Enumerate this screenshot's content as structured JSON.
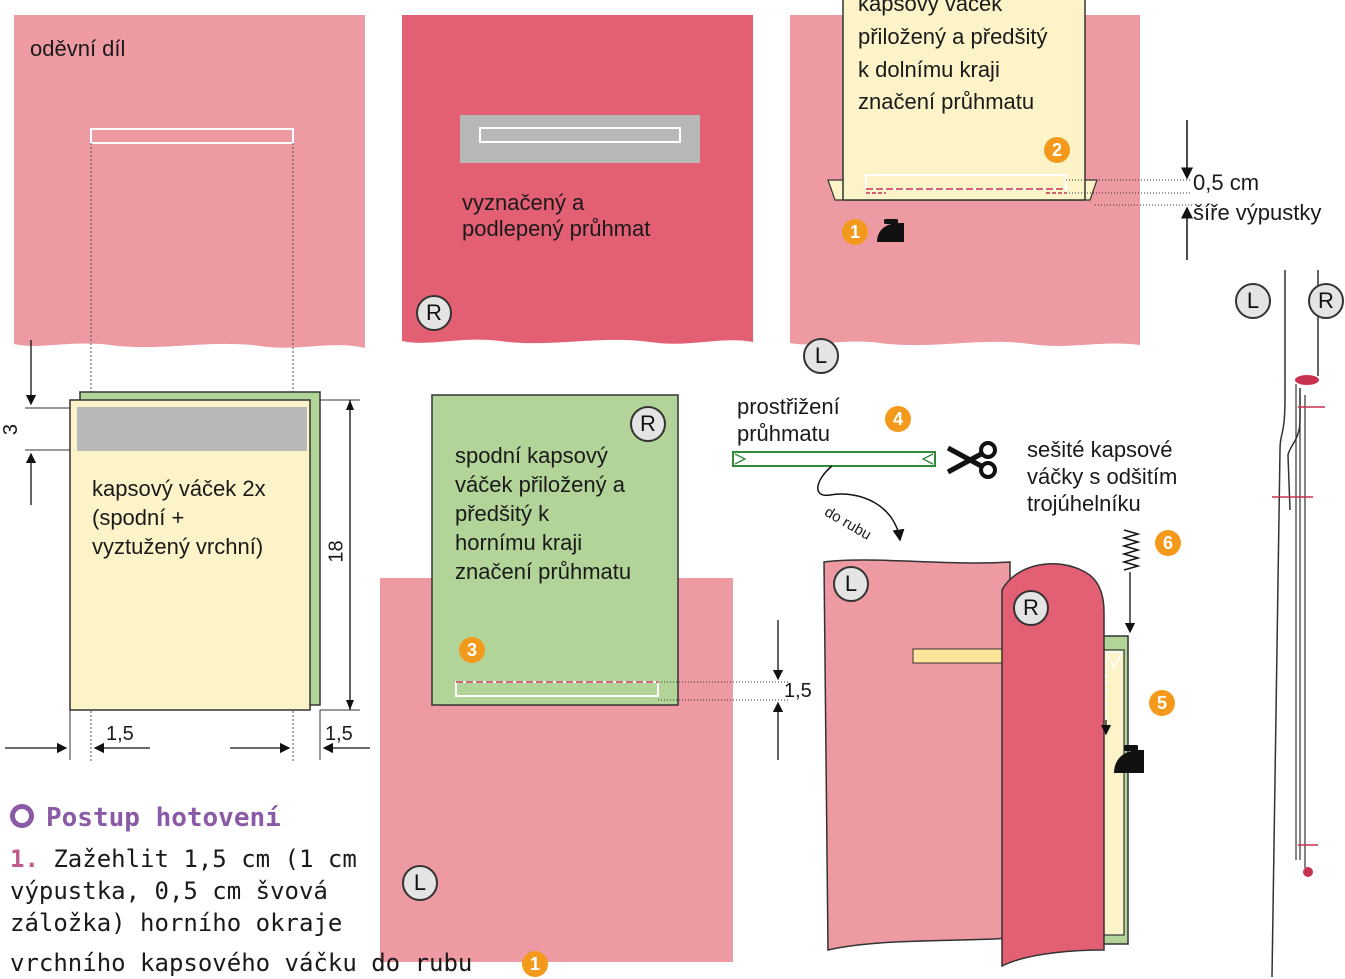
{
  "labels": {
    "garment_piece": "oděvní díl",
    "marked_opening": [
      "vyznačený a",
      "podlepený průhmat"
    ],
    "top_pocket_note": [
      "kapsový váček",
      "přiložený a předšitý",
      "k dolnímu kraji",
      "značení průhmatu"
    ],
    "pocket_bag": [
      "kapsový váček 2x",
      "(spodní +",
      "vyztužený vrchní)"
    ],
    "bottom_pocket_note": [
      "spodní kapsový",
      "váček přiložený a",
      "předšitý k",
      "hornímu kraji",
      "značení průhmatu"
    ],
    "cut_opening": [
      "prostřižení",
      "průhmatu"
    ],
    "to_wrong_side": "do rubu",
    "sewn_bags": [
      "sešité kapsové",
      "váčky s odšitím",
      "trojúhelníku"
    ],
    "half_cm": "0,5 cm",
    "allowance_width": "šíře výpustky"
  },
  "dimensions": {
    "top_offset": "3",
    "pocket_height": "18",
    "left_margin": "1,5",
    "right_margin": "1,5",
    "seam_distance": "1,5"
  },
  "side_markers": {
    "right_side": "R",
    "left_side": "L"
  },
  "steps": [
    "1",
    "2",
    "3",
    "4",
    "5",
    "6"
  ],
  "section": {
    "title": "Postup hotovení"
  },
  "instructions": {
    "step_number": "1.",
    "lines": [
      "Zažehlit 1,5 cm (1 cm",
      "výpustka, 0,5 cm švová",
      "záložka) horního okraje",
      "vrchního kapsového váčku do rubu"
    ]
  },
  "colors": {
    "garment": "#ed9aa3",
    "garment_right": "#e35f74",
    "pocket": "#fdf3c8",
    "lining_green": "#b3d498",
    "interfacing": "#b8b8b8",
    "step_orange": "#f39a1c",
    "heading": "#8a5aa6",
    "stitch": "#c8324f"
  },
  "icons": [
    "iron-icon",
    "scissors-icon",
    "zigzag-stitch-icon"
  ]
}
